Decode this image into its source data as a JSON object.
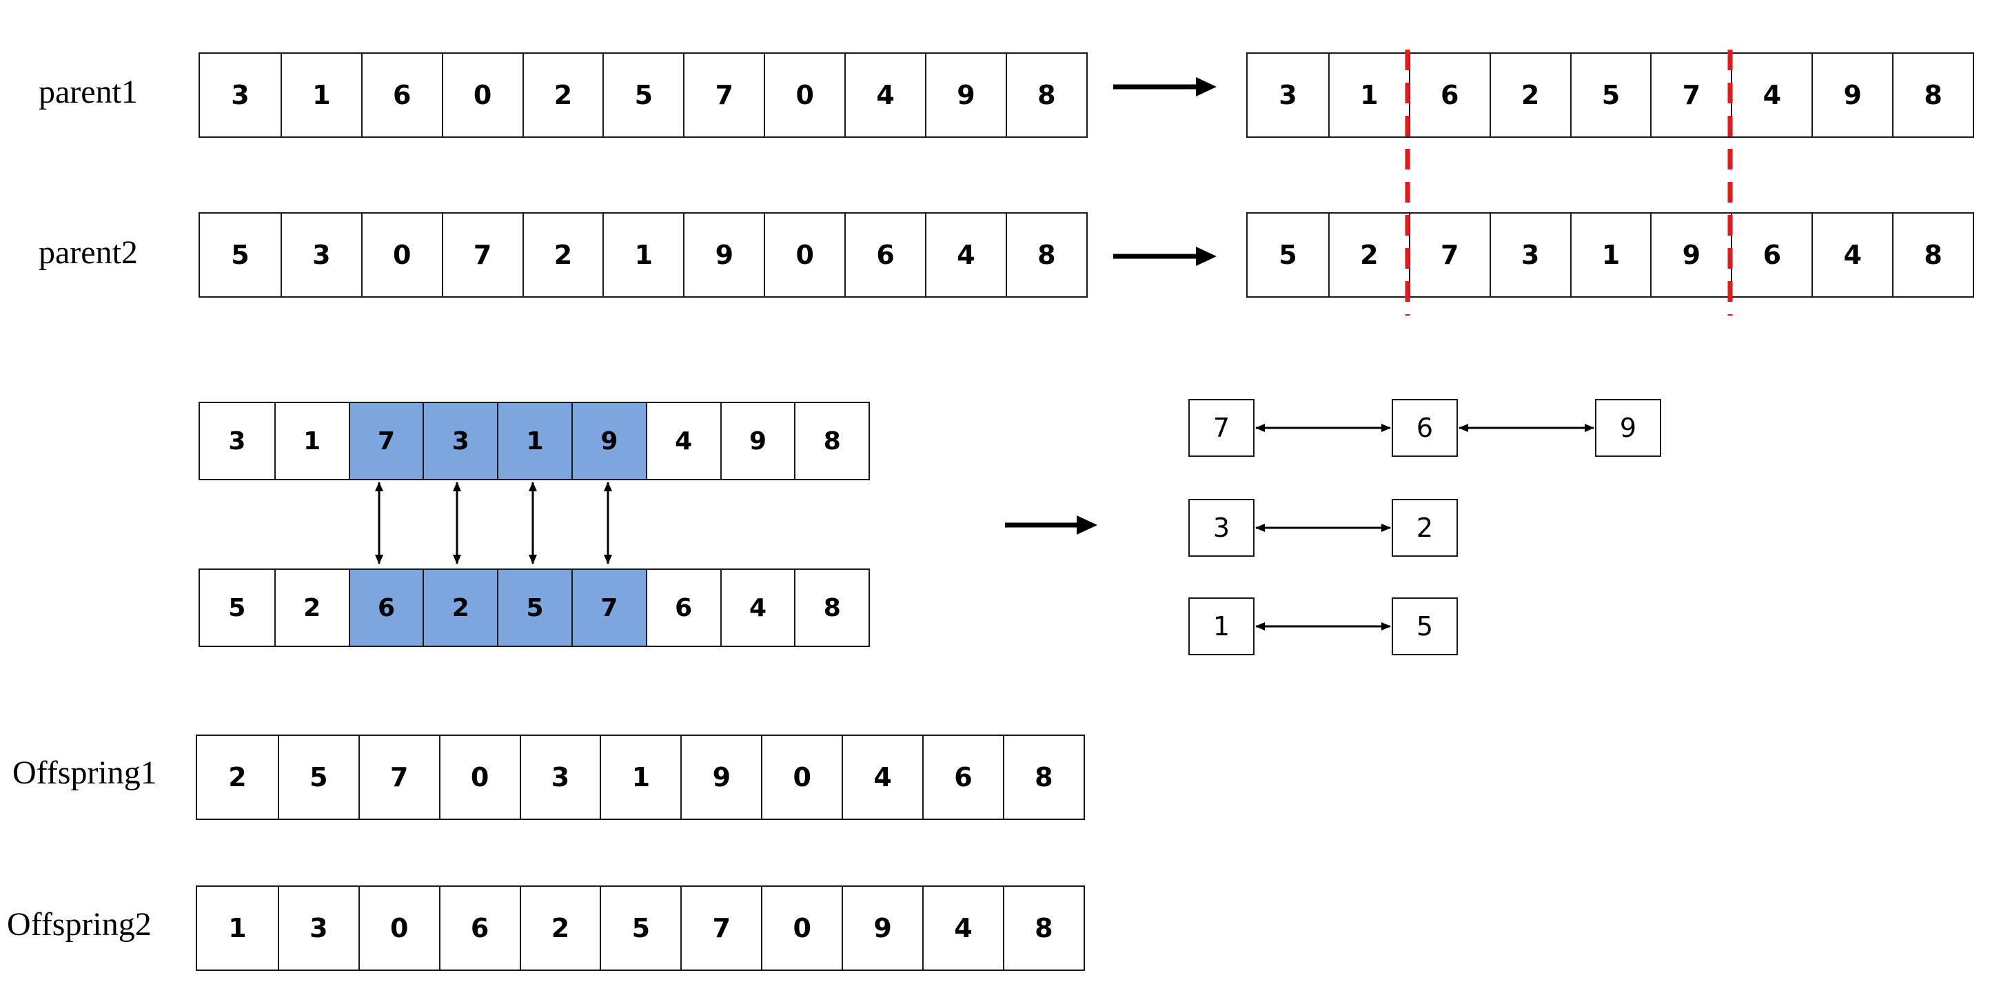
{
  "labels": {
    "parent1": "parent1",
    "parent2": "parent2",
    "offspring1": "Offspring1",
    "offspring2": "Offspring2"
  },
  "parent1": [
    "3",
    "1",
    "6",
    "0",
    "2",
    "5",
    "7",
    "0",
    "4",
    "9",
    "8"
  ],
  "parent2": [
    "5",
    "3",
    "0",
    "7",
    "2",
    "1",
    "9",
    "0",
    "6",
    "4",
    "8"
  ],
  "parent1_cut": [
    "3",
    "1",
    "6",
    "2",
    "5",
    "7",
    "4",
    "9",
    "8"
  ],
  "parent2_cut": [
    "5",
    "2",
    "7",
    "3",
    "1",
    "9",
    "6",
    "4",
    "8"
  ],
  "swap_top": [
    "3",
    "1",
    "7",
    "3",
    "1",
    "9",
    "4",
    "9",
    "8"
  ],
  "swap_bottom": [
    "5",
    "2",
    "6",
    "2",
    "5",
    "7",
    "6",
    "4",
    "8"
  ],
  "offspring1": [
    "2",
    "5",
    "7",
    "0",
    "3",
    "1",
    "9",
    "0",
    "4",
    "6",
    "8"
  ],
  "offspring2": [
    "1",
    "3",
    "0",
    "6",
    "2",
    "5",
    "7",
    "0",
    "9",
    "4",
    "8"
  ],
  "mapping": {
    "row1": [
      "7",
      "6",
      "9"
    ],
    "row2": [
      "3",
      "2"
    ],
    "row3": [
      "1",
      "5"
    ]
  },
  "colors": {
    "highlight": "#7ea6de",
    "cut_line": "#e8171c",
    "stroke": "#1a1a1a"
  }
}
